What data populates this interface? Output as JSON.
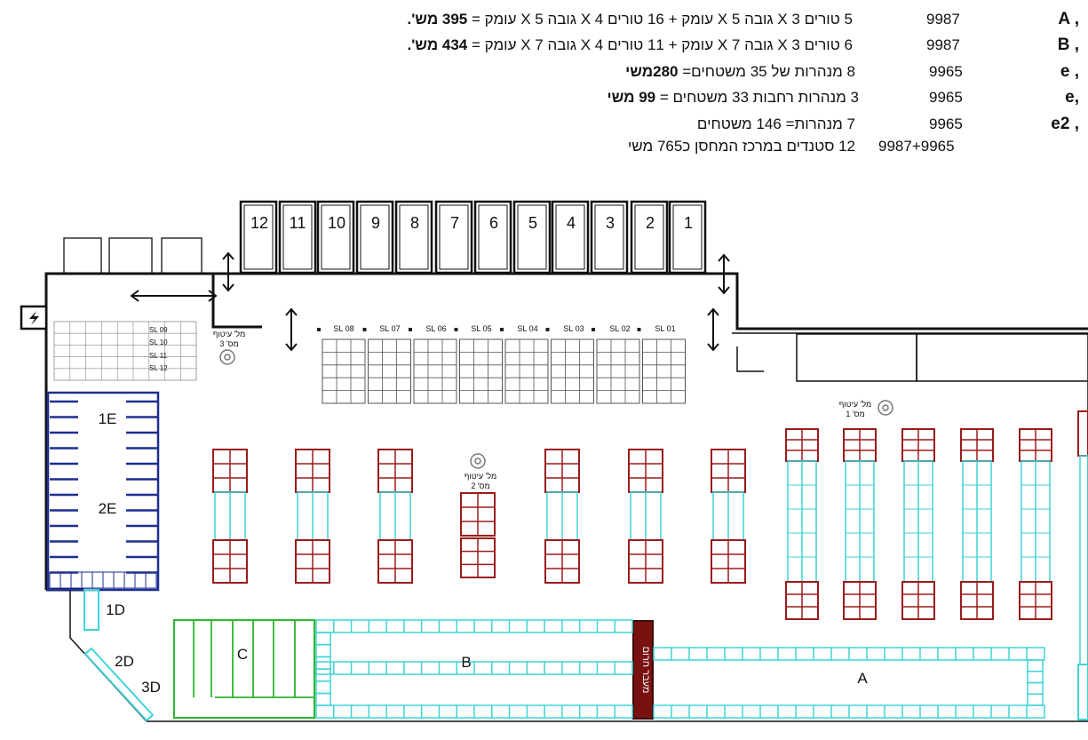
{
  "legend": [
    {
      "label": "A ,",
      "code": "9987",
      "desc_prefix": "5 טורים X 3 גובה X 5 עומק  +  16 טורים X 4 גובה X 5 עומק = ",
      "desc_bold": "395 מש'."
    },
    {
      "label": "B ,",
      "code": "9987",
      "desc_prefix": "6 טורים X 3 גובה X 7 עומק  +  11 טורים X 4 גובה X 7 עומק =  ",
      "desc_bold": "434 מש'."
    },
    {
      "label": "e ,",
      "code": "9965",
      "desc_prefix": "8 מנהרות  של 35 משטחים= ",
      "desc_bold": "280משי"
    },
    {
      "label": "e,",
      "code": "9965",
      "desc_prefix": "3 מנהרות רחבות 33 משטחים =  ",
      "desc_bold": "99 משי"
    },
    {
      "label": "e2 ,",
      "code": "9965",
      "desc_prefix": "7 מנהרות=  146 משטחים",
      "desc_bold": ""
    },
    {
      "label": "",
      "code": "9987+9965",
      "desc_prefix": "12 סטנדים במרכז המחסן כ765 משי",
      "desc_bold": ""
    }
  ],
  "docks": [
    "12",
    "11",
    "10",
    "9",
    "8",
    "7",
    "6",
    "5",
    "4",
    "3",
    "2",
    "1"
  ],
  "staging_lanes": [
    "SL 08",
    "SL 07",
    "SL 06",
    "SL 05",
    "SL 04",
    "SL 03",
    "SL 02",
    "SL 01"
  ],
  "sl_small": [
    "SL 09",
    "SL 10",
    "SL 11",
    "SL 12"
  ],
  "zones": {
    "e1": "1E",
    "e2": "2E",
    "d1": "1D",
    "d2": "2D",
    "d3": "3D",
    "c": "C",
    "b": "B",
    "a": "A"
  },
  "passage": "מעבר חרום",
  "extinguishers": [
    {
      "line1": "מל' עיטוף",
      "line2": "מס' 3"
    },
    {
      "line1": "מל' עיטוף",
      "line2": "מס' 2"
    },
    {
      "line1": "מל' עיטוף",
      "line2": "מס' 1"
    }
  ],
  "colors": {
    "rack_red": "#9b1b1b",
    "rack_cyan": "#3fd3d6",
    "zone_blue": "#1d2f8f",
    "zone_green": "#2fb52f",
    "wall": "#111111",
    "grid": "#555555"
  }
}
